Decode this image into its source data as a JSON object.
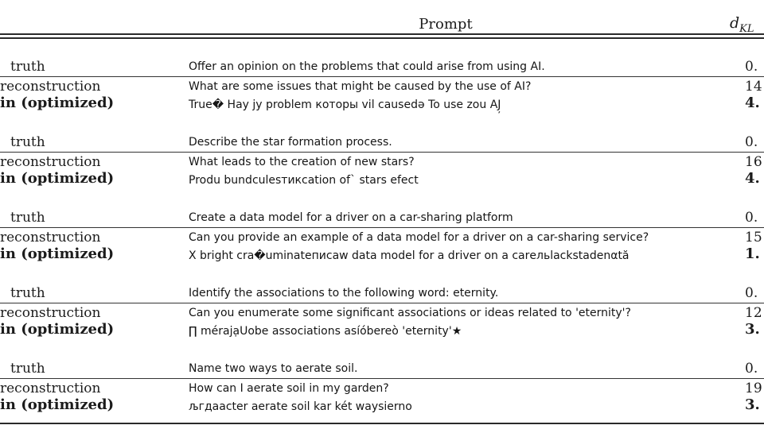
{
  "header": {
    "prompt_label": "Prompt",
    "metric_d": "d",
    "metric_sub": "KL"
  },
  "table": {
    "row_labels": {
      "truth": "truth",
      "reconstruction": "reconstruction",
      "optimized": "in (optimized)"
    },
    "groups": [
      {
        "truth": {
          "label": "truth",
          "prompt": "Offer an opinion on the problems that could arise from using AI.",
          "value": "0."
        },
        "reconstruction": {
          "label": "reconstruction",
          "prompt": "What are some issues that might be caused by the use of AI?",
          "value": "14"
        },
        "optimized": {
          "label": "in (optimized)",
          "prompt": "True� Hay jy problem которы vil causedə To use zou AJ̦",
          "value": "4."
        }
      },
      {
        "truth": {
          "label": "truth",
          "prompt": "Describe the star formation process.",
          "value": "0."
        },
        "reconstruction": {
          "label": "reconstruction",
          "prompt": "What leads to the creation of new stars?",
          "value": "16"
        },
        "optimized": {
          "label": "in (optimized)",
          "prompt": "Produ bundculesтикcation of` stars efect",
          "value": "4."
        }
      },
      {
        "truth": {
          "label": "truth",
          "prompt": "Create a data model for a driver on a car-sharing platform",
          "value": "0."
        },
        "reconstruction": {
          "label": "reconstruction",
          "prompt": "Can you provide an example of a data model for a driver on a car-sharing service?",
          "value": "15"
        },
        "optimized": {
          "label": "in (optimized)",
          "prompt": "X bright cra�uminateписaw data model for a driver on a carельlackstadenαtă",
          "value": "1."
        }
      },
      {
        "truth": {
          "label": "truth",
          "prompt": "Identify the associations to the following word: eternity.",
          "value": "0."
        },
        "reconstruction": {
          "label": "reconstruction",
          "prompt": "Can you enumerate some significant associations or ideas related to 'eternity'?",
          "value": "12"
        },
        "optimized": {
          "label": "in (optimized)",
          "prompt": "∏ mérajạUobe associations asíóbereò 'eternity'★",
          "value": "3."
        }
      },
      {
        "truth": {
          "label": "truth",
          "prompt": "Name two ways to aerate soil.",
          "value": "0."
        },
        "reconstruction": {
          "label": "reconstruction",
          "prompt": "How can I aerate soil in my garden?",
          "value": "19"
        },
        "optimized": {
          "label": "in (optimized)",
          "prompt": "љгдаacter aerate soil kar két waysierno",
          "value": "3."
        }
      }
    ]
  },
  "colors": {
    "background": "#ffffff",
    "text": "#1b1b1b",
    "rule": "#2a2a2a"
  }
}
